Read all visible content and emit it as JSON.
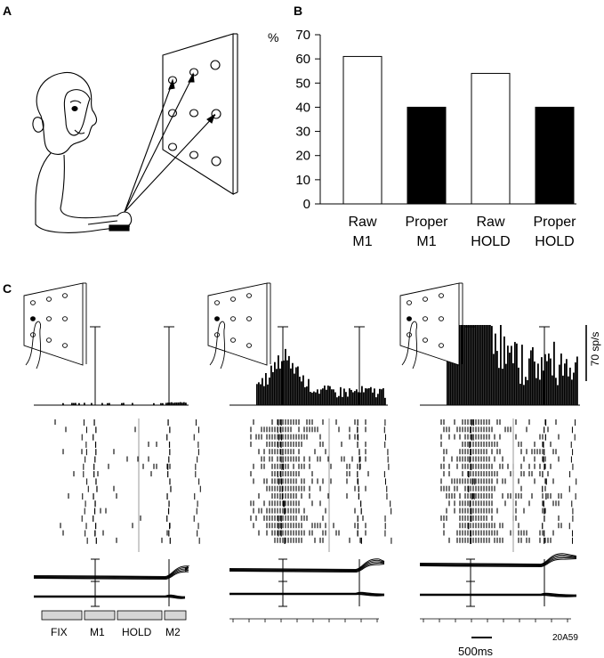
{
  "panels": {
    "a": "A",
    "b": "B",
    "c": "C"
  },
  "chart_data": {
    "type": "bar",
    "ylabel": "%",
    "ylim": [
      0,
      70
    ],
    "yticks": [
      0,
      10,
      20,
      30,
      40,
      50,
      60,
      70
    ],
    "categories": [
      {
        "line1": "Raw",
        "line2": "M1"
      },
      {
        "line1": "Proper",
        "line2": "M1"
      },
      {
        "line1": "Raw",
        "line2": "HOLD"
      },
      {
        "line1": "Proper",
        "line2": "HOLD"
      }
    ],
    "values": [
      61,
      40,
      54,
      40
    ],
    "fills": [
      "#ffffff",
      "#000000",
      "#ffffff",
      "#000000"
    ]
  },
  "panel_c": {
    "rate_scale_label": "70 sp/s",
    "time_scale_label": "500ms",
    "epochs": [
      "FIX",
      "M1",
      "HOLD",
      "M2"
    ],
    "figure_code": "20A59",
    "colors": {
      "epoch_box": "#d6d6d6",
      "marker_gray": "#9a9a9a"
    }
  }
}
